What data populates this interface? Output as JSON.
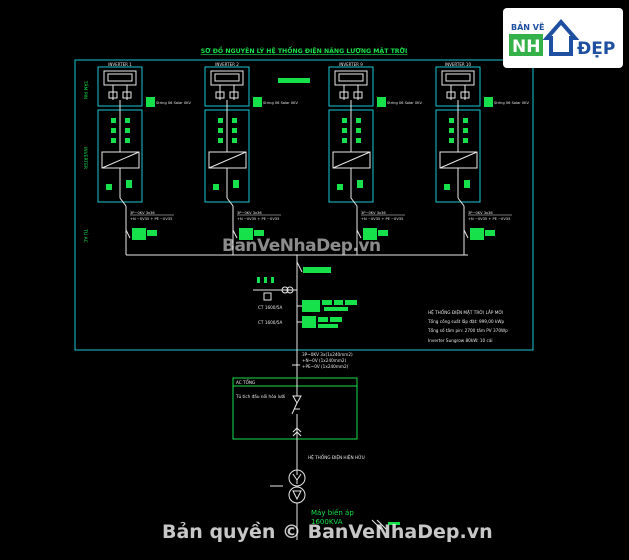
{
  "title": "SƠ ĐỒ NGUYÊN LÝ HỆ THỐNG ĐIỆN NĂNG LƯỢNG MẶT TRỜI",
  "inverters": [
    {
      "label": "INVERTER 1",
      "string_label": "String 06 Solar 0KV",
      "cable": "3P~0KV 3x36",
      "cable_sub": "+N ~0V35 + PE ~0V35"
    },
    {
      "label": "INVERTER 2",
      "string_label": "String 06 Solar 0KV",
      "cable": "3P~0KV 3x36",
      "cable_sub": "+N ~0V35 + PE ~0V35"
    },
    {
      "label": "INVERTER 9",
      "string_label": "String 06 Solar 0KV",
      "cable": "3P~0KV 3x36",
      "cable_sub": "+N ~0V35 + PE ~0V35"
    },
    {
      "label": "INVERTER 10",
      "string_label": "String 06 Solar 0KV",
      "cable": "3P~0KV 3x36",
      "cable_sub": "+N ~0V35 + PE ~0V35"
    }
  ],
  "side_labels": [
    "TẤM PIN",
    "INVERTER",
    "TỦ AC"
  ],
  "ct_labels": [
    "CT 1600/5A",
    "CT 1600/5A"
  ],
  "info_box": {
    "heading": "HỆ THỐNG ĐIỆN MẶT TRỜI LẮP MỚI",
    "lines": [
      "Tổng công suất lắp đặt: 999,00 kWp",
      "Tổng số tấm pin: 2700 tấm PV 370Wp",
      "Inverter Sungrow 80kW: 10 cái"
    ]
  },
  "feeder_cable": [
    "3P~0KV 3x(1x240mm2)",
    "+N~0V (1x240mm2)",
    "+PE~0V (1x240mm2)"
  ],
  "ac_cabinet": {
    "title": "AC TỔNG",
    "note": "Tủ tích đấu nối hòa lưới"
  },
  "grid_label": "HỆ THỐNG ĐIỆN HIỆN HỮU",
  "transformer_label": [
    "Máy biến áp",
    "1600KVA"
  ],
  "watermark_center": "BanVeNhaDep.vn",
  "watermark_bottom": "Bản quyền © BanVeNhaDep.vn",
  "logo": {
    "top": "BẢN VẼ",
    "left": "NH",
    "right": "ĐẸP"
  },
  "colors": {
    "frame": "#18c9d4",
    "label": "#16e04a",
    "line": "#e8e8e8",
    "accent": "#ff3030"
  }
}
